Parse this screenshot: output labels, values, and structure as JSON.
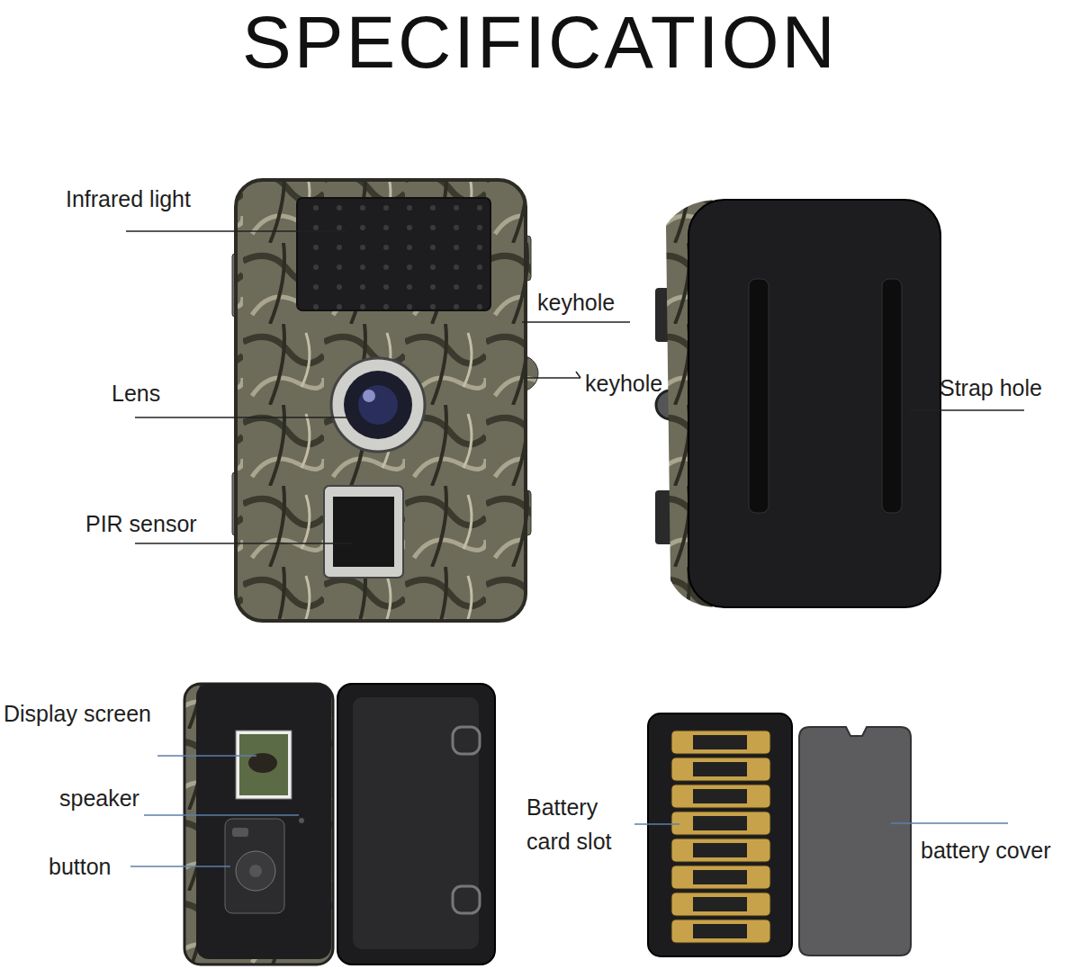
{
  "diagram": {
    "title": "SPECIFICATION",
    "labels": [
      "Infrared light",
      "keyhole",
      "keyhole",
      "Lens",
      "Strap hole",
      "PIR sensor",
      "Display screen",
      "speaker",
      "button",
      "Battery card slot",
      "battery cover"
    ]
  }
}
